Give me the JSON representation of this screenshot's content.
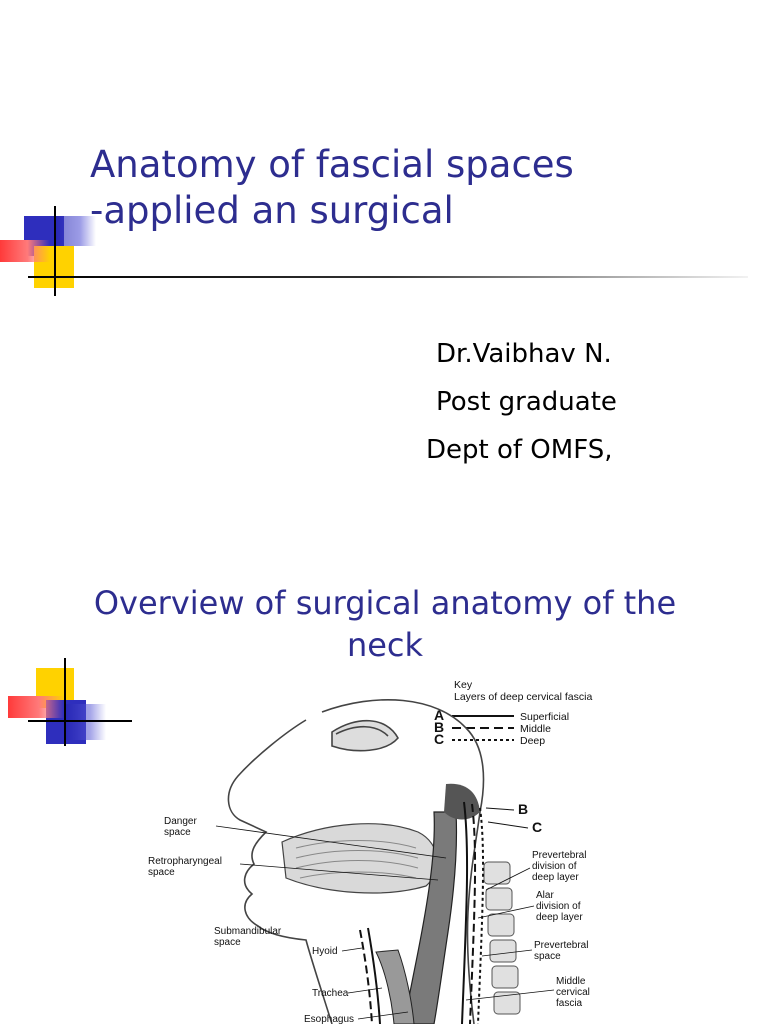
{
  "slide1": {
    "title_line1": "Anatomy of fascial spaces",
    "title_line2": "-applied an surgical",
    "author": "Dr.Vaibhav N.",
    "position": "Post graduate",
    "department": "Dept of OMFS,"
  },
  "slide2": {
    "heading_line1": "Overview of surgical anatomy of the",
    "heading_line2": "neck",
    "diagram": {
      "key_title": "Key",
      "key_subtitle": "Layers of deep cervical fascia",
      "key_items": [
        {
          "letter": "A",
          "label": "Superficial"
        },
        {
          "letter": "B",
          "label": "Middle"
        },
        {
          "letter": "C",
          "label": "Deep"
        }
      ],
      "marker_b": "B",
      "marker_c": "C",
      "labels": {
        "danger_1": "Danger",
        "danger_2": "space",
        "retro_1": "Retropharyngeal",
        "retro_2": "space",
        "submand_1": "Submandibular",
        "submand_2": "space",
        "hyoid": "Hyoid",
        "trachea": "Trachea",
        "esophagus": "Esophagus",
        "prevert_div_1": "Prevertebral",
        "prevert_div_2": "division of",
        "prevert_div_3": "deep layer",
        "alar_1": "Alar",
        "alar_2": "division of",
        "alar_3": "deep layer",
        "prevert_space_1": "Prevertebral",
        "prevert_space_2": "space",
        "middle_1": "Middle",
        "middle_2": "cervical",
        "middle_3": "fascia"
      }
    }
  },
  "colors": {
    "title": "#2d2d8f",
    "square_blue": "#2e2ebd",
    "square_yellow": "#ffd200",
    "square_red": "#ff3a3a"
  }
}
